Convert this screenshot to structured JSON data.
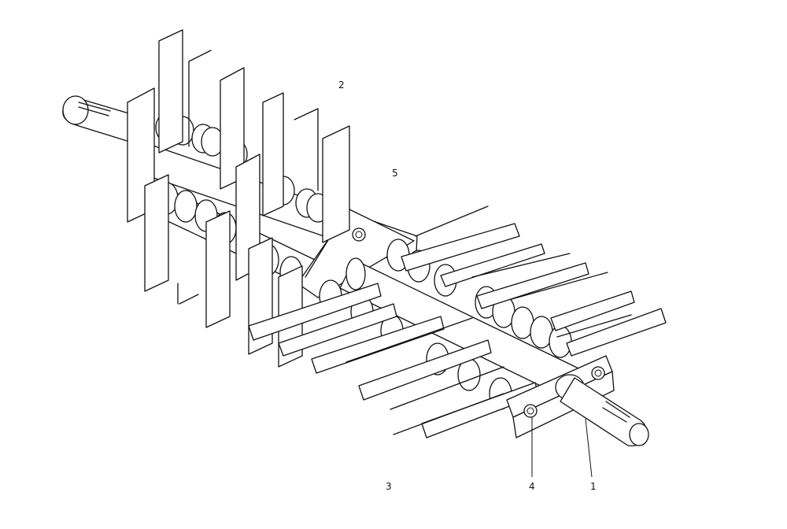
{
  "callouts": {
    "c1": "1",
    "c2": "2",
    "c3": "3",
    "c4": "4",
    "c5": "5"
  },
  "style": {
    "line_color": "#111111",
    "background": "#ffffff"
  }
}
